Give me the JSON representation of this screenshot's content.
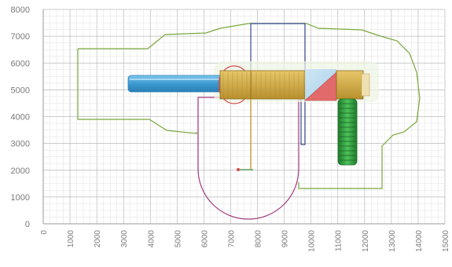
{
  "y_axis": {
    "ticks": [
      {
        "value": 0,
        "label": "0"
      },
      {
        "value": 1000,
        "label": "1000"
      },
      {
        "value": 2000,
        "label": "2000"
      },
      {
        "value": 3000,
        "label": "3000"
      },
      {
        "value": 4000,
        "label": "4000"
      },
      {
        "value": 5000,
        "label": "5000"
      },
      {
        "value": 6000,
        "label": "6000"
      },
      {
        "value": 7000,
        "label": "7000"
      },
      {
        "value": 8000,
        "label": "8000"
      }
    ]
  },
  "x_axis": {
    "ticks": [
      {
        "value": 0,
        "label": "0"
      },
      {
        "value": 1000,
        "label": "1000"
      },
      {
        "value": 2000,
        "label": "2000"
      },
      {
        "value": 3000,
        "label": "3000"
      },
      {
        "value": 4000,
        "label": "4000"
      },
      {
        "value": 5000,
        "label": "5000"
      },
      {
        "value": 6000,
        "label": "6000"
      },
      {
        "value": 7000,
        "label": "7000"
      },
      {
        "value": 8000,
        "label": "8000"
      },
      {
        "value": 9000,
        "label": "9000"
      },
      {
        "value": 10000,
        "label": "10000"
      },
      {
        "value": 11000,
        "label": "11000"
      },
      {
        "value": 12000,
        "label": "12000"
      },
      {
        "value": 13000,
        "label": "13000"
      },
      {
        "value": 14000,
        "label": "14000"
      },
      {
        "value": 15000,
        "label": "15000"
      }
    ]
  },
  "grid": {
    "major_step": 1000,
    "minor_step": 250
  },
  "colors": {
    "grid_major": "#b9b9b9",
    "grid_minor": "#e2e2e2",
    "safety_zone": "#7aa83a",
    "fall_zone": "#a0397f",
    "deck_frame": "#3a4a8c",
    "tube_slide": "#3b9ad0",
    "deck": "#c9a640",
    "climber": "#2e9e3a",
    "roof": "#e36a6a",
    "ladder": "#c79a2e"
  }
}
